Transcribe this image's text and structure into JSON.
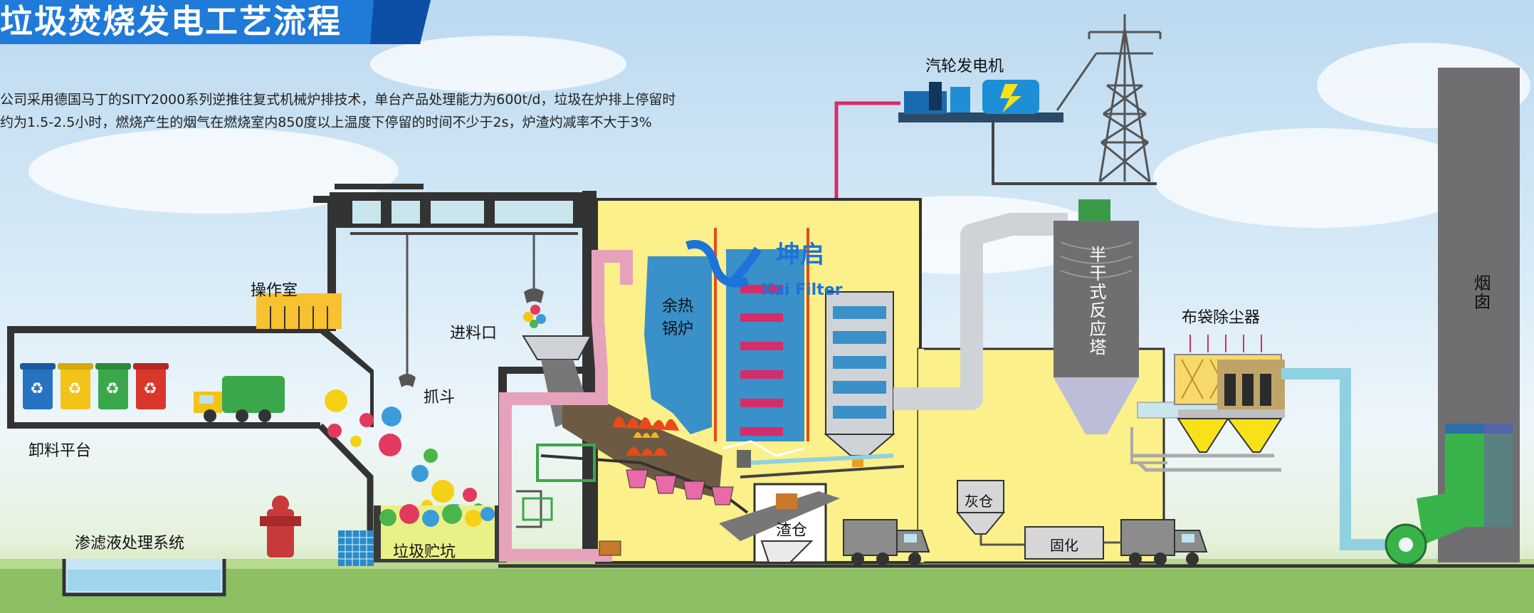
{
  "title": "垃圾焚烧发电工艺流程",
  "description": {
    "line1": "公司采用德国马丁的SITY2000系列逆推往复式机械炉排技术，单台产品处理能力为600t/d，垃圾在炉排上停留时",
    "line2": "约为1.5-2.5小时，燃烧产生的烟气在燃烧室内850度以上温度下停留的时间不少于2s，炉渣灼减率不大于3%"
  },
  "labels": {
    "turbine": "汽轮发电机",
    "control_room": "操作室",
    "feed_inlet": "进料口",
    "grab": "抓斗",
    "unloading_platform": "卸料平台",
    "leachate_system": "渗滤液处理系统",
    "waste_pit": "垃圾贮坑",
    "waste_heat_boiler": "余热锅炉",
    "slag_bin": "渣仓",
    "ash_bin": "灰仓",
    "solidification": "固化",
    "semi_dry_reactor": "半干式反应塔",
    "bag_filter": "布袋除尘器",
    "chimney": "烟囱"
  },
  "logo": {
    "name": "坤启",
    "sub": "Kai Filter"
  },
  "colors": {
    "banner": "#1f7ad8",
    "furnace_yellow": "#fbf08a",
    "boiler_blue": "#3a90c8",
    "pipe_gray": "#cfd3d8",
    "steam_red": "#d62c6a",
    "chimney": "#6f6f72",
    "green_band": "#38b34a"
  }
}
